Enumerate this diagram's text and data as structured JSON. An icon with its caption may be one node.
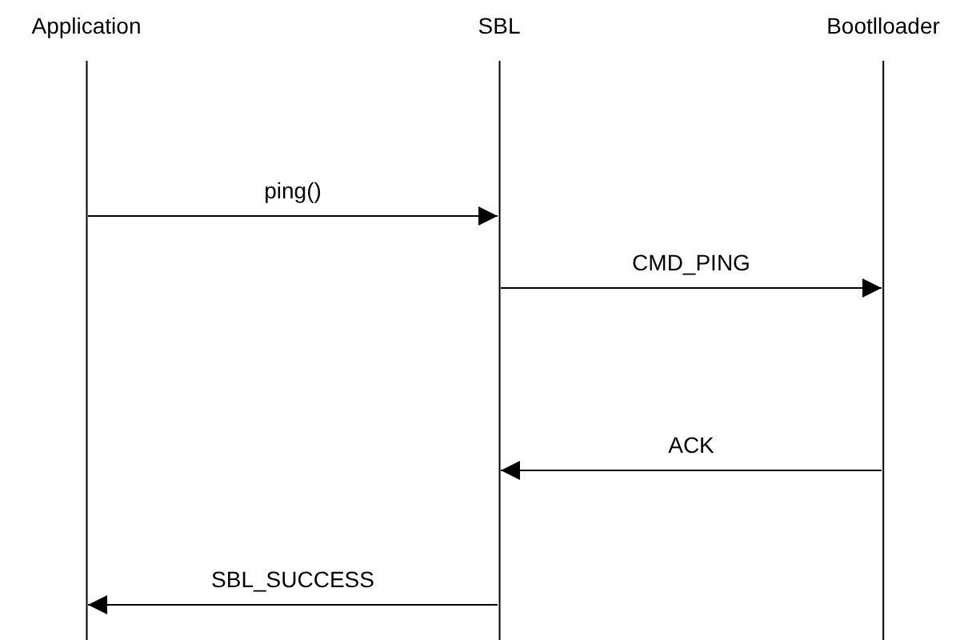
{
  "diagram": {
    "nodes": [
      {
        "text": [
          "Application"
        ]
      },
      {
        "text": [
          "SBL"
        ]
      },
      {
        "text": [
          "Bootlloader"
        ]
      }
    ],
    "edges": [
      {
        "from": 0,
        "to": 1,
        "arrow": "to",
        "label": "ping()"
      },
      {
        "from": 1,
        "to": 2,
        "arrow": "to",
        "label": "CMD_PING"
      },
      {
        "from": 2,
        "to": 1,
        "arrow": "to",
        "label": "ACK"
      },
      {
        "from": 1,
        "to": 0,
        "arrow": "to",
        "label": "SBL_SUCCESS"
      }
    ]
  }
}
